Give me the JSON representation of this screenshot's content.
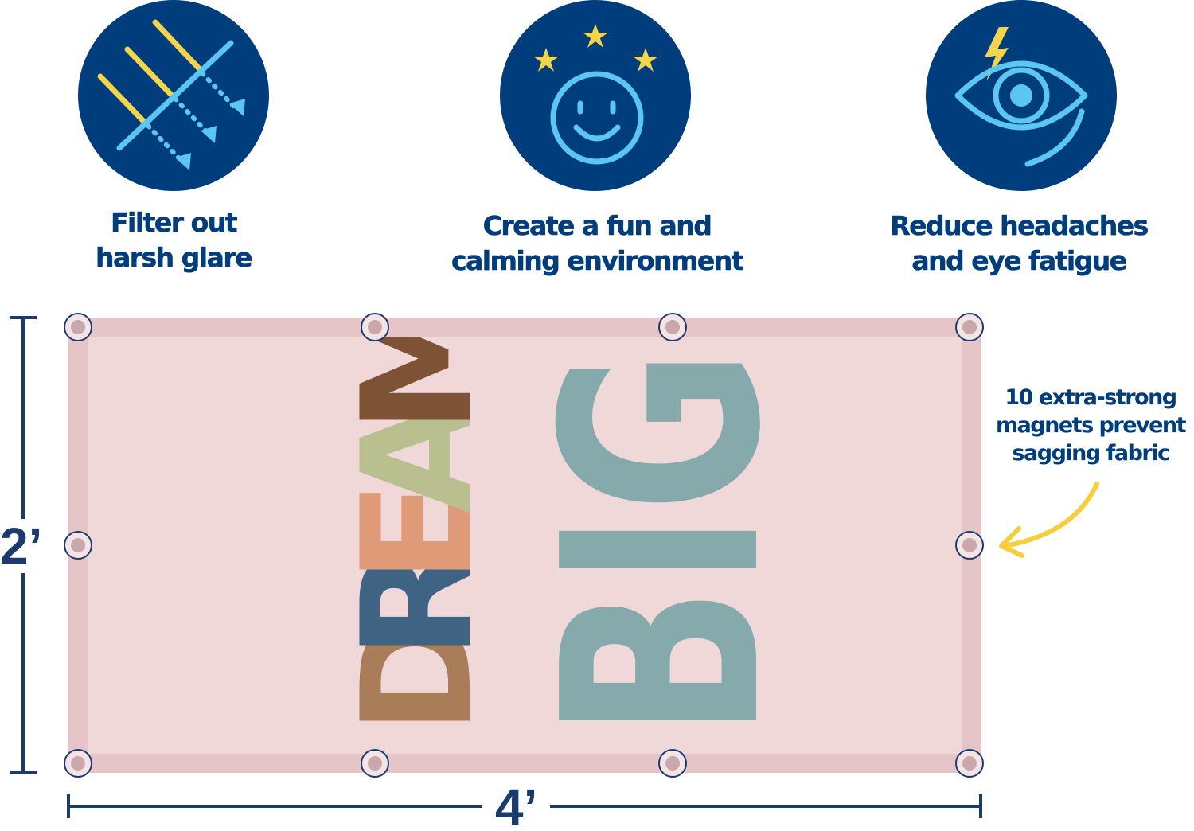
{
  "benefits": [
    {
      "icon": "glare-filter-icon",
      "line1": "Filter out",
      "line2": "harsh glare"
    },
    {
      "icon": "smiley-stars-icon",
      "line1": "Create a fun  and",
      "line2": "calming  environment"
    },
    {
      "icon": "eye-lightning-icon",
      "line1": "Reduce headaches",
      "line2": "and eye fatigue"
    }
  ],
  "panel": {
    "word1": "DREAM",
    "word2": "BIG",
    "letters": [
      "D",
      "R",
      "E",
      "A",
      "M"
    ],
    "letter_colors": [
      "#a87d58",
      "#3f6483",
      "#df9a78",
      "#b9bf8f",
      "#7e5234"
    ],
    "big_color": "#86aaab"
  },
  "dimensions": {
    "height": "2’",
    "width": "4’"
  },
  "magnets_note": {
    "line1": "10 extra-strong",
    "line2": "magnets prevent",
    "line3": "sagging fabric"
  },
  "colors": {
    "navy": "#003d7c",
    "light_blue": "#5bc6f2",
    "yellow": "#f3d44a",
    "arrow": "#f5cf3c"
  }
}
